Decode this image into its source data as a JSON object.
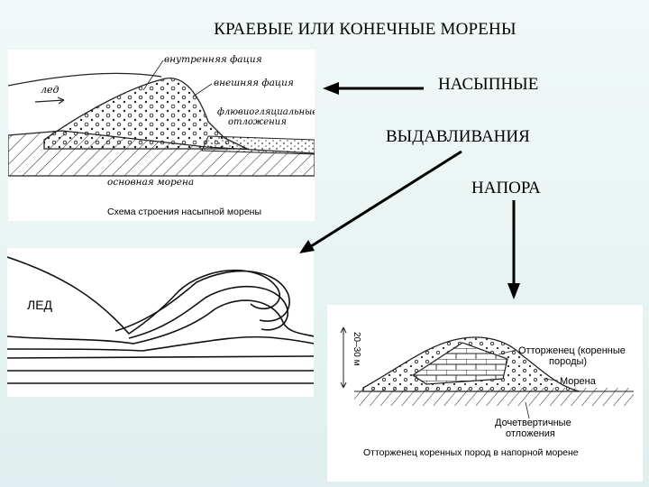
{
  "title": "КРАЕВЫЕ ИЛИ КОНЕЧНЫЕ МОРЕНЫ",
  "types": {
    "dumped": "НАСЫПНЫЕ",
    "squeezed": "ВЫДАВЛИВАНИЯ",
    "push": "НАПОРА"
  },
  "panel1": {
    "ice": "лед",
    "inner_facies": "внутренняя фация",
    "outer_facies": "внешняя фация",
    "fluvio_1": "флювиогляциальные",
    "fluvio_2": "отложения",
    "ground_moraine": "основная морена",
    "caption": "Схема строения насыпной морены"
  },
  "panel2": {
    "ice": "ЛЕД"
  },
  "panel3": {
    "scale": "20–30 м",
    "block_1": "Отторженец (коренные",
    "block_2": "породы)",
    "moraine": "Морена",
    "pre_1": "Дочетвертичные",
    "pre_2": "отложения",
    "caption": "Отторженец коренных пород в напорной морене"
  },
  "colors": {
    "background": "#e8f4f3",
    "ink": "#1a1a1a"
  }
}
